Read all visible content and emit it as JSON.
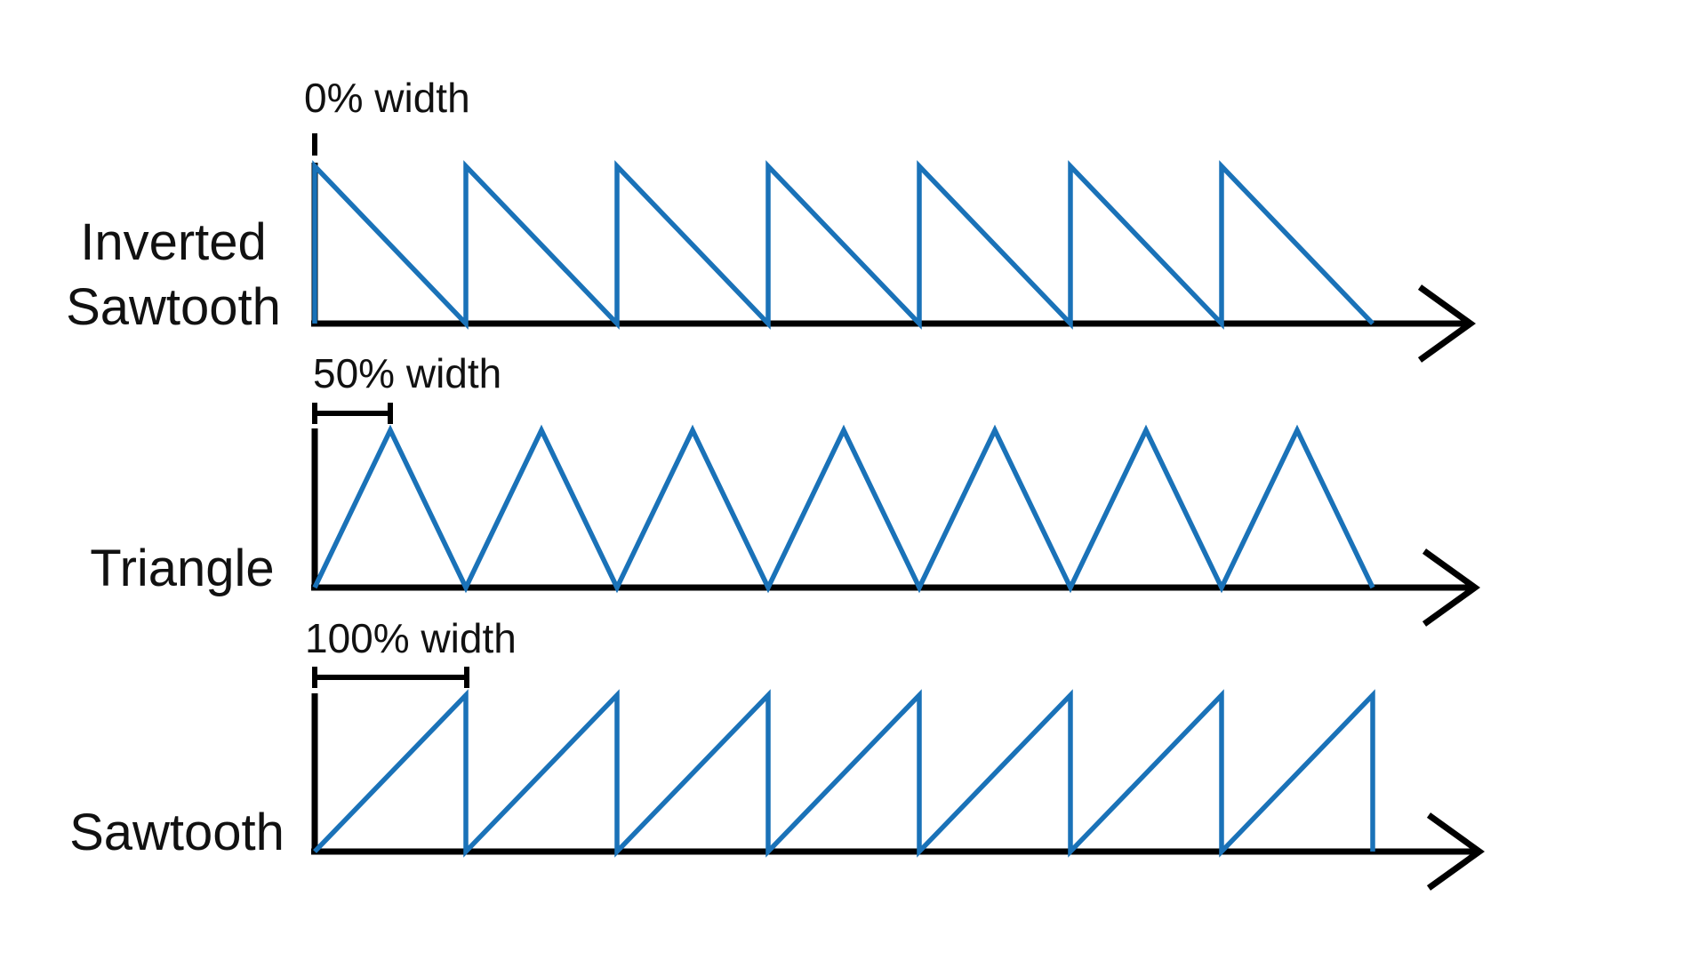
{
  "colors": {
    "wave": "#1a72b8",
    "axis": "#000000",
    "text": "#111111"
  },
  "rows": [
    {
      "label_lines": [
        "Inverted",
        "Sawtooth"
      ],
      "width_label": "0% width",
      "width_fraction": 0.0,
      "periods": 7
    },
    {
      "label_lines": [
        "Triangle"
      ],
      "width_label": "50% width",
      "width_fraction": 0.5,
      "periods": 7
    },
    {
      "label_lines": [
        "Sawtooth"
      ],
      "width_label": "100% width",
      "width_fraction": 1.0,
      "periods": 7
    }
  ]
}
